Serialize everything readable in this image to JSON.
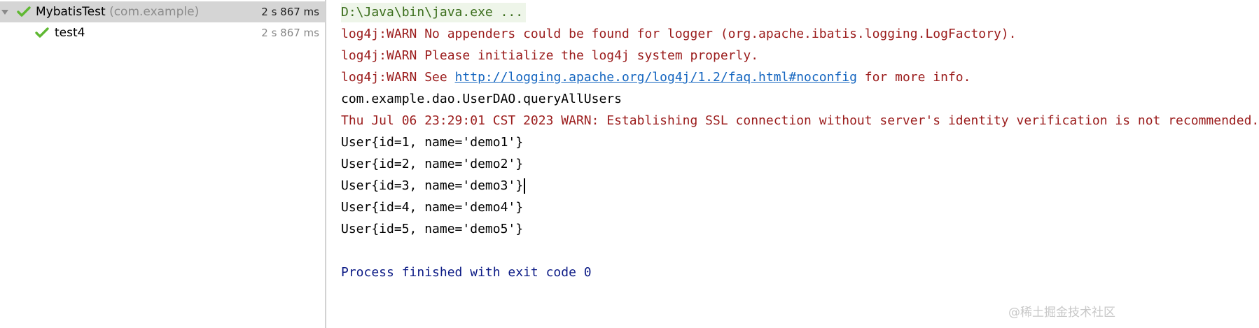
{
  "test_tree": {
    "root": {
      "name": "MybatisTest",
      "package": "(com.example)",
      "duration": "2 s 867 ms",
      "status_icon": "check-icon"
    },
    "child": {
      "name": "test4",
      "duration": "2 s 867 ms",
      "status_icon": "check-icon"
    }
  },
  "console": {
    "command": "D:\\Java\\bin\\java.exe ...",
    "warn1": "log4j:WARN No appenders could be found for logger (org.apache.ibatis.logging.LogFactory).",
    "warn2": "log4j:WARN Please initialize the log4j system properly.",
    "warn3_prefix": "log4j:WARN See ",
    "warn3_link": "http://logging.apache.org/log4j/1.2/faq.html#noconfig",
    "warn3_suffix": " for more info.",
    "method": "com.example.dao.UserDAO.queryAllUsers",
    "ssl_warn": "Thu Jul 06 23:29:01 CST 2023 WARN: Establishing SSL connection without server's identity verification is not recommended.",
    "users": [
      "User{id=1, name='demo1'}",
      "User{id=2, name='demo2'}",
      "User{id=3, name='demo3'}",
      "User{id=4, name='demo4'}",
      "User{id=5, name='demo5'}"
    ],
    "process_finished": "Process finished with exit code 0"
  },
  "watermark": "@稀土掘金技术社区",
  "colors": {
    "check_green": "#5fb832",
    "warn_red": "#9b1c1c",
    "process_blue": "#0b1a85",
    "link_blue": "#1566c0",
    "selected_row": "#d5d5d5"
  }
}
